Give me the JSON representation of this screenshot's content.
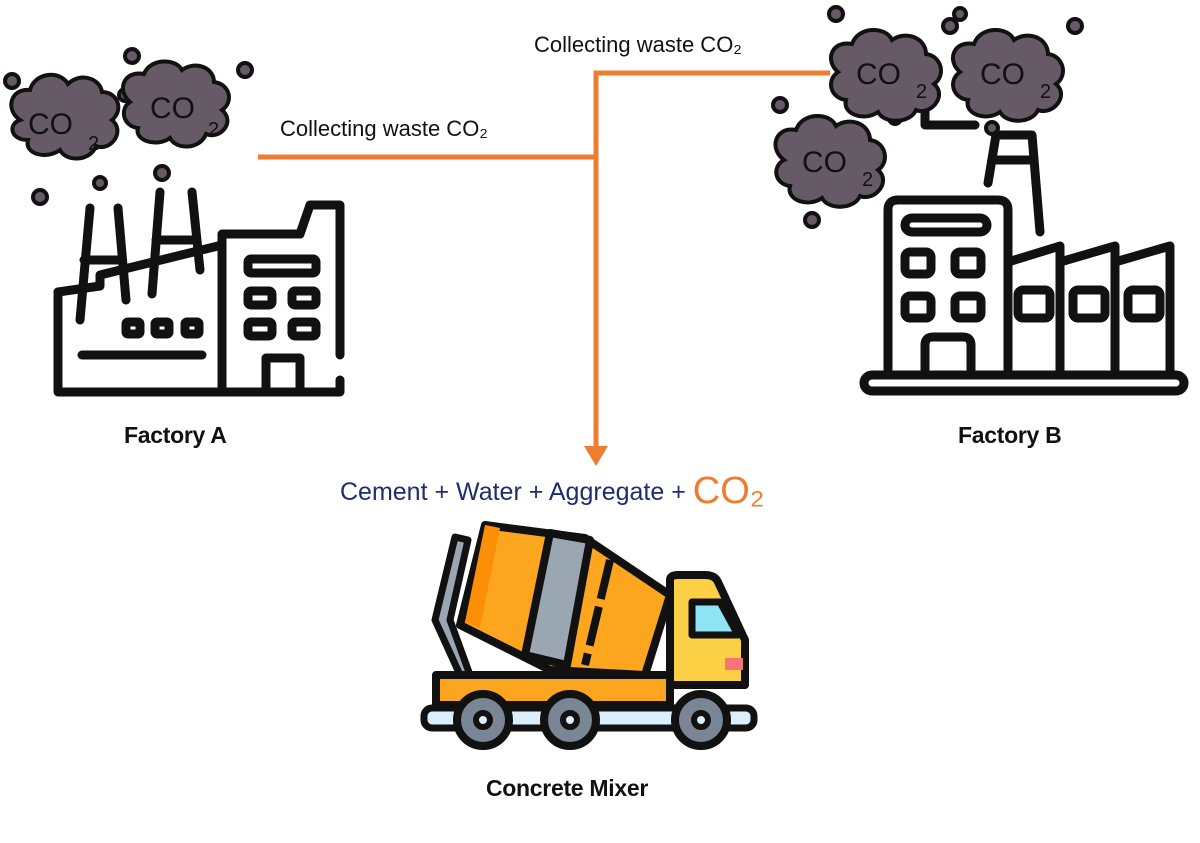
{
  "diagram": {
    "flow_label_a": "Collecting waste CO₂",
    "flow_label_b": "Collecting waste CO₂",
    "factory_a": {
      "caption": "Factory A",
      "cloud_labels": [
        "CO",
        "CO"
      ]
    },
    "factory_b": {
      "caption": "Factory B",
      "cloud_labels": [
        "CO",
        "CO",
        "CO"
      ]
    },
    "cloud_subscript": "2",
    "equation": {
      "parts": "Cement + Water + Aggregate + ",
      "highlight": "CO₂"
    },
    "mixer": {
      "caption": "Concrete Mixer"
    },
    "colors": {
      "arrow": "#ee7d31",
      "equation_text": "#1f2d6b",
      "co2_highlight": "#ee7d31",
      "smoke": "#665a66",
      "drum": "#fca61f",
      "cab": "#fcd045"
    }
  }
}
